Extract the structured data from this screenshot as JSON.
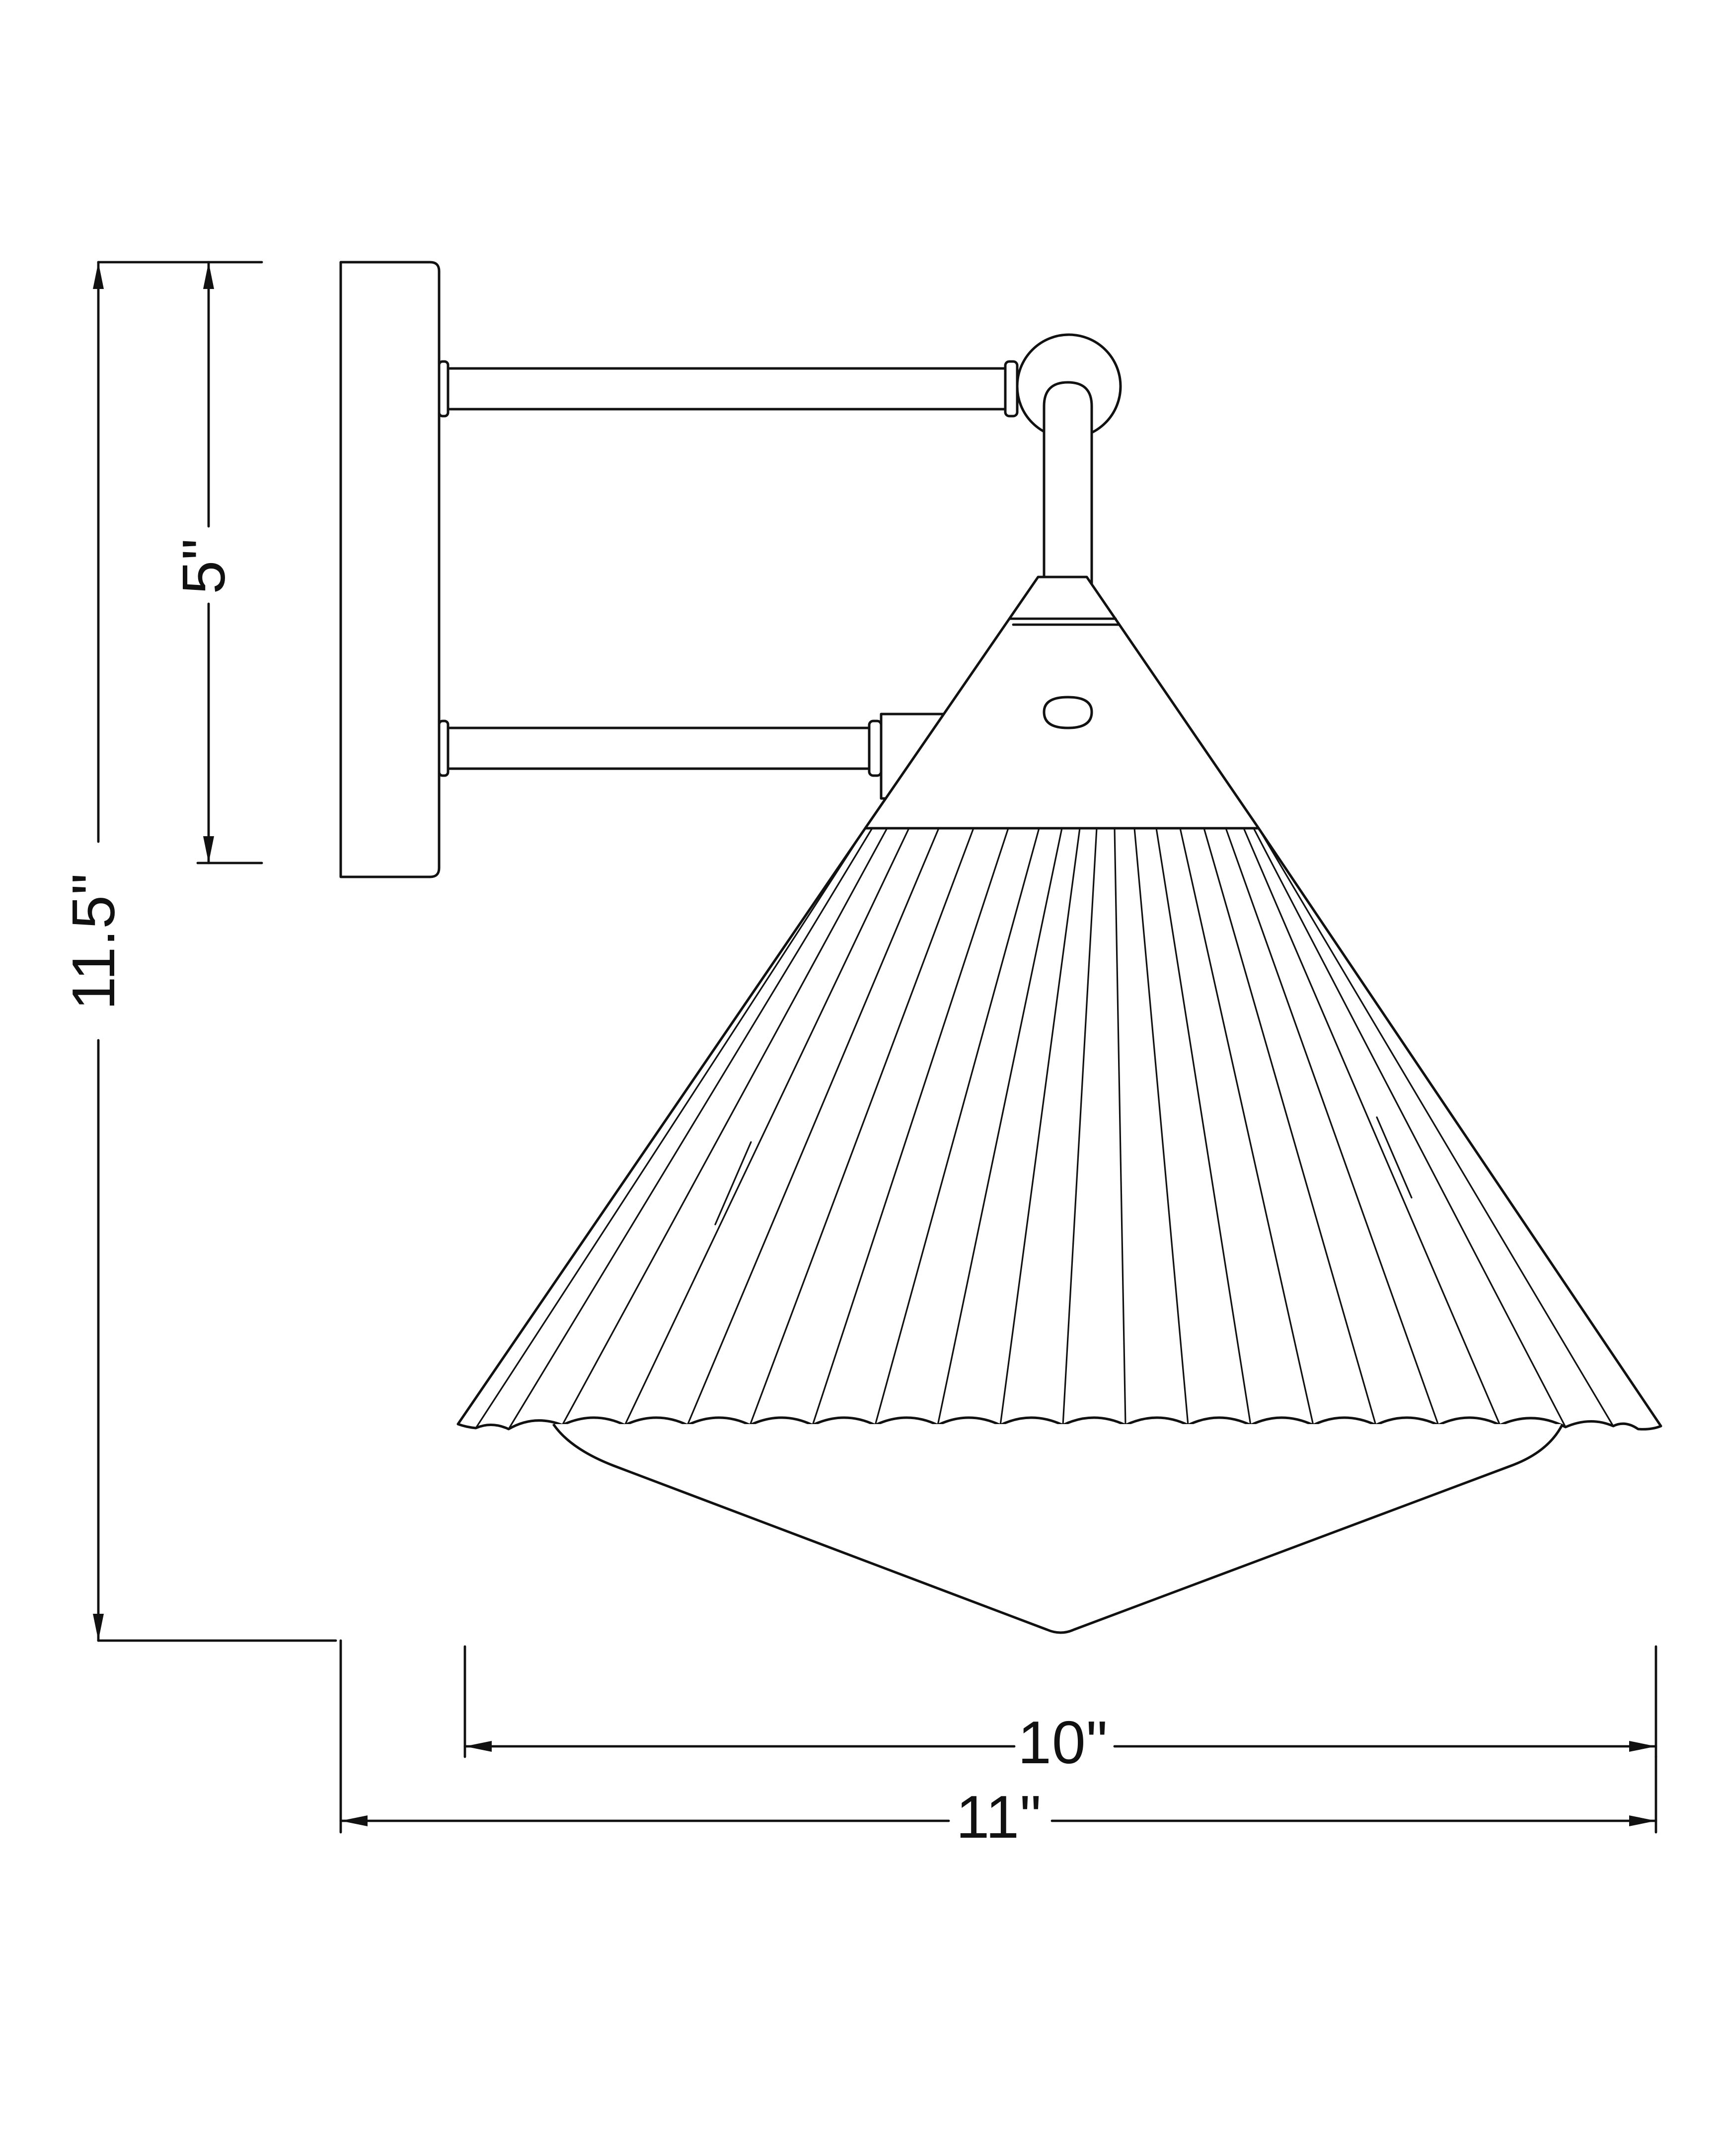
{
  "dimensions": {
    "overall_height": "11.5\"",
    "arm_spacing": "5\"",
    "shade_width": "10\"",
    "overall_depth": "11\""
  }
}
